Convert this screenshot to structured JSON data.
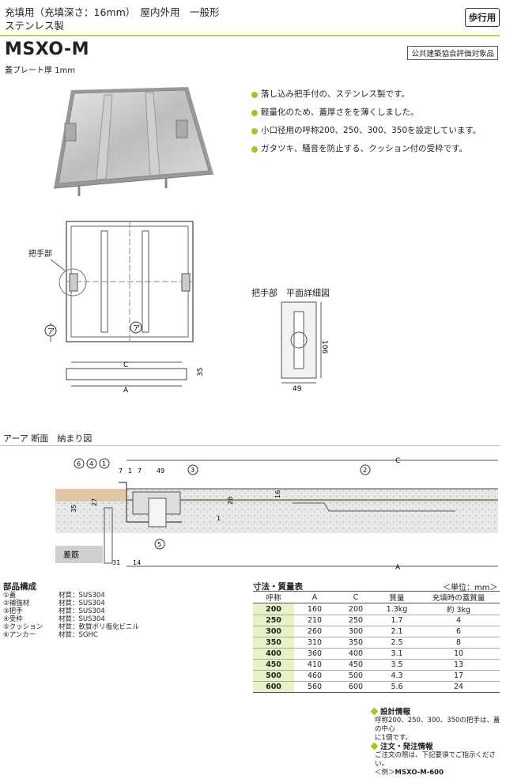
{
  "header": {
    "line1": "充填用（充填深さ：16mm）　屋内外用　一般形",
    "line2": "ステンレス製",
    "walk_badge": "歩行用",
    "model": "MSXO-M",
    "cert_badge": "公共建築協会評価対象品",
    "plate_note": "蓋プレート厚 1mm"
  },
  "colors": {
    "accent": "#9dc82a",
    "rule": "#b5d55a"
  },
  "features": [
    "落し込み把手付の、ステンレス製です。",
    "軽量化のため、蓋厚さをを薄くしました。",
    "小口径用の呼称200、250、300、350を設定しています。",
    "ガタツキ、騒音を防止する、クッション付の受枠です。"
  ],
  "plan_drawing": {
    "handle_label": "把手部",
    "section_mark": "ア",
    "dim_c": "C",
    "dim_a": "A",
    "dim_35": "35"
  },
  "handle_detail": {
    "title": "把手部　平面詳細図",
    "dim_height": "106",
    "dim_width": "49"
  },
  "section": {
    "title": "ア ー ア 断面　納まり図",
    "title_mark": "ア",
    "title_text": "断面　納まり図",
    "callouts": [
      "6",
      "4",
      "1",
      "3",
      "2",
      "5"
    ],
    "dims": {
      "d7a": "7",
      "d1": "1",
      "d7b": "7",
      "d49": "49",
      "d35": "35",
      "d27": "27",
      "d26": "26",
      "d16": "16",
      "d1b": "1",
      "d31": "31",
      "d14": "14",
      "c": "C",
      "a": "A"
    },
    "rebar_label": "差筋"
  },
  "parts": {
    "title": "部品構成",
    "items": [
      {
        "name": "①蓋",
        "material": "材質：SUS304"
      },
      {
        "name": "②補強材",
        "material": "材質：SUS304"
      },
      {
        "name": "③把手",
        "material": "材質：SUS304"
      },
      {
        "name": "④受枠",
        "material": "材質：SUS304"
      },
      {
        "name": "⑤クッション",
        "material": "材質：軟質ポリ塩化ビニル"
      },
      {
        "name": "⑥アンカー",
        "material": "材質：SGHC"
      }
    ]
  },
  "dimensions": {
    "title": "寸法・質量表",
    "unit": "＜単位：mm＞",
    "headers": [
      "呼称",
      "A",
      "C",
      "質量",
      "充填時の蓋質量"
    ],
    "rows": [
      [
        "200",
        "160",
        "200",
        "1.3kg",
        "約 3kg"
      ],
      [
        "250",
        "210",
        "250",
        "1.7",
        "4"
      ],
      [
        "300",
        "260",
        "300",
        "2.1",
        "6"
      ],
      [
        "350",
        "310",
        "350",
        "2.5",
        "8"
      ],
      [
        "400",
        "360",
        "400",
        "3.1",
        "10"
      ],
      [
        "450",
        "410",
        "450",
        "3.5",
        "13"
      ],
      [
        "500",
        "460",
        "500",
        "4.3",
        "17"
      ],
      [
        "600",
        "560",
        "600",
        "5.6",
        "24"
      ]
    ]
  },
  "design_info": {
    "title": "設計情報",
    "body1": "呼称200、250、300、350の把手は、蓋の中心",
    "body2": "に1個です。"
  },
  "order_info": {
    "title": "注文・発注情報",
    "body1": "ご注文の際は、下記要領でご指示ください。",
    "example_prefix": "＜例＞",
    "example": "MSXO-M-600"
  }
}
